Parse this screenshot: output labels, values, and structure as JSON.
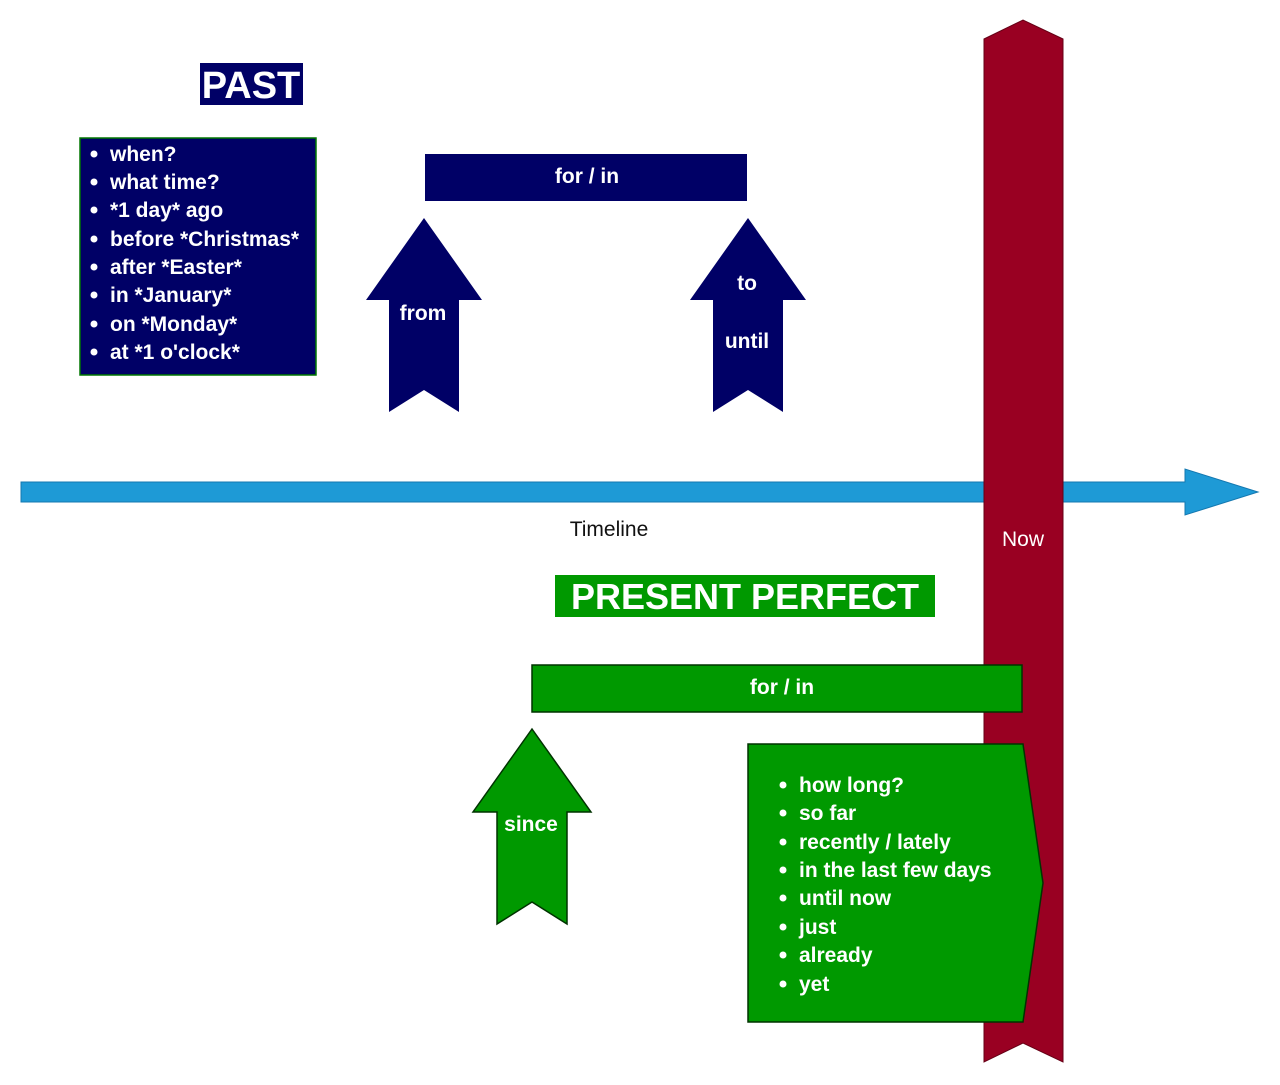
{
  "colors": {
    "past": "#000066",
    "present": "#009900",
    "now": "#990022",
    "timeline": "#1e9ad6",
    "white": "#ffffff",
    "text_dark": "#111111"
  },
  "past": {
    "title": "PAST",
    "questions": [
      "when?",
      "what time?",
      "*1 day* ago",
      "before *Christmas*",
      "after *Easter*",
      "in *January*",
      "on *Monday*",
      "at *1 o'clock*"
    ],
    "span_label": "for / in",
    "from_label": "from",
    "to_label": "to",
    "until_label": "until"
  },
  "timeline": {
    "label": "Timeline"
  },
  "now": {
    "label": "Now"
  },
  "present_perfect": {
    "title": "PRESENT PERFECT",
    "span_label": "for / in",
    "since_label": "since",
    "questions": [
      "how long?",
      "so far",
      "recently / lately",
      "in the last few days",
      "until now",
      "just",
      "already",
      "yet"
    ]
  }
}
